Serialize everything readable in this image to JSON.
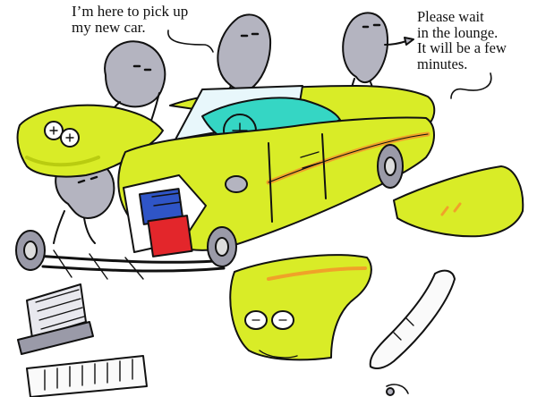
{
  "scene": {
    "captions": {
      "customer": "I’m here to pick up\nmy new car.",
      "mechanic": "Please wait\nin the lounge.\nIt will be a few\nminutes."
    },
    "colors": {
      "car_body": "#d9ec27",
      "car_body_shade": "#b9cc10",
      "interior": "#35d6c4",
      "engine_block": "#e3262b",
      "engine_valve_cover": "#2f55c7",
      "tire": "#9a9aa8",
      "figure": "#b4b4c0",
      "stripe": "#f0a229",
      "outline": "#111111"
    },
    "icons": [
      "customer-figure",
      "mechanic-figure-bending",
      "mechanic-figure-lying",
      "mechanic-figure-pointing",
      "disassembled-car",
      "loose-hood-panel",
      "loose-fender-panel",
      "loose-bumper",
      "radiator",
      "grille"
    ]
  }
}
